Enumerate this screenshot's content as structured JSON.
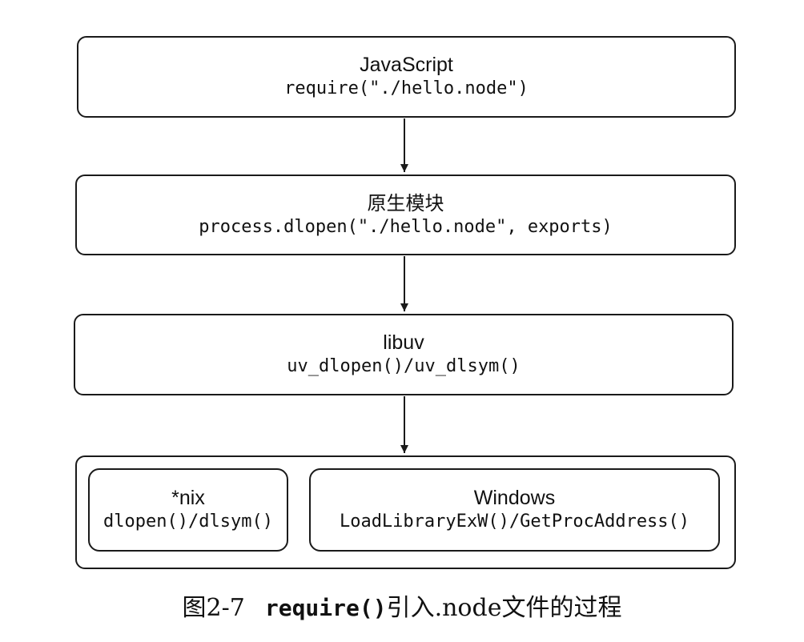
{
  "boxes": {
    "javascript": {
      "title": "JavaScript",
      "code": "require(\"./hello.node\")"
    },
    "native_module": {
      "title": "原生模块",
      "code": "process.dlopen(\"./hello.node\", exports)"
    },
    "libuv": {
      "title": "libuv",
      "code": "uv_dlopen()/uv_dlsym()"
    },
    "platform": {
      "nix": {
        "title": "*nix",
        "code": "dlopen()/dlsym()"
      },
      "windows": {
        "title": "Windows",
        "code": "LoadLibraryExW()/GetProcAddress()"
      }
    }
  },
  "caption": {
    "figure_number": "图2-7",
    "function": "require()",
    "description": "引入.node文件的过程"
  }
}
